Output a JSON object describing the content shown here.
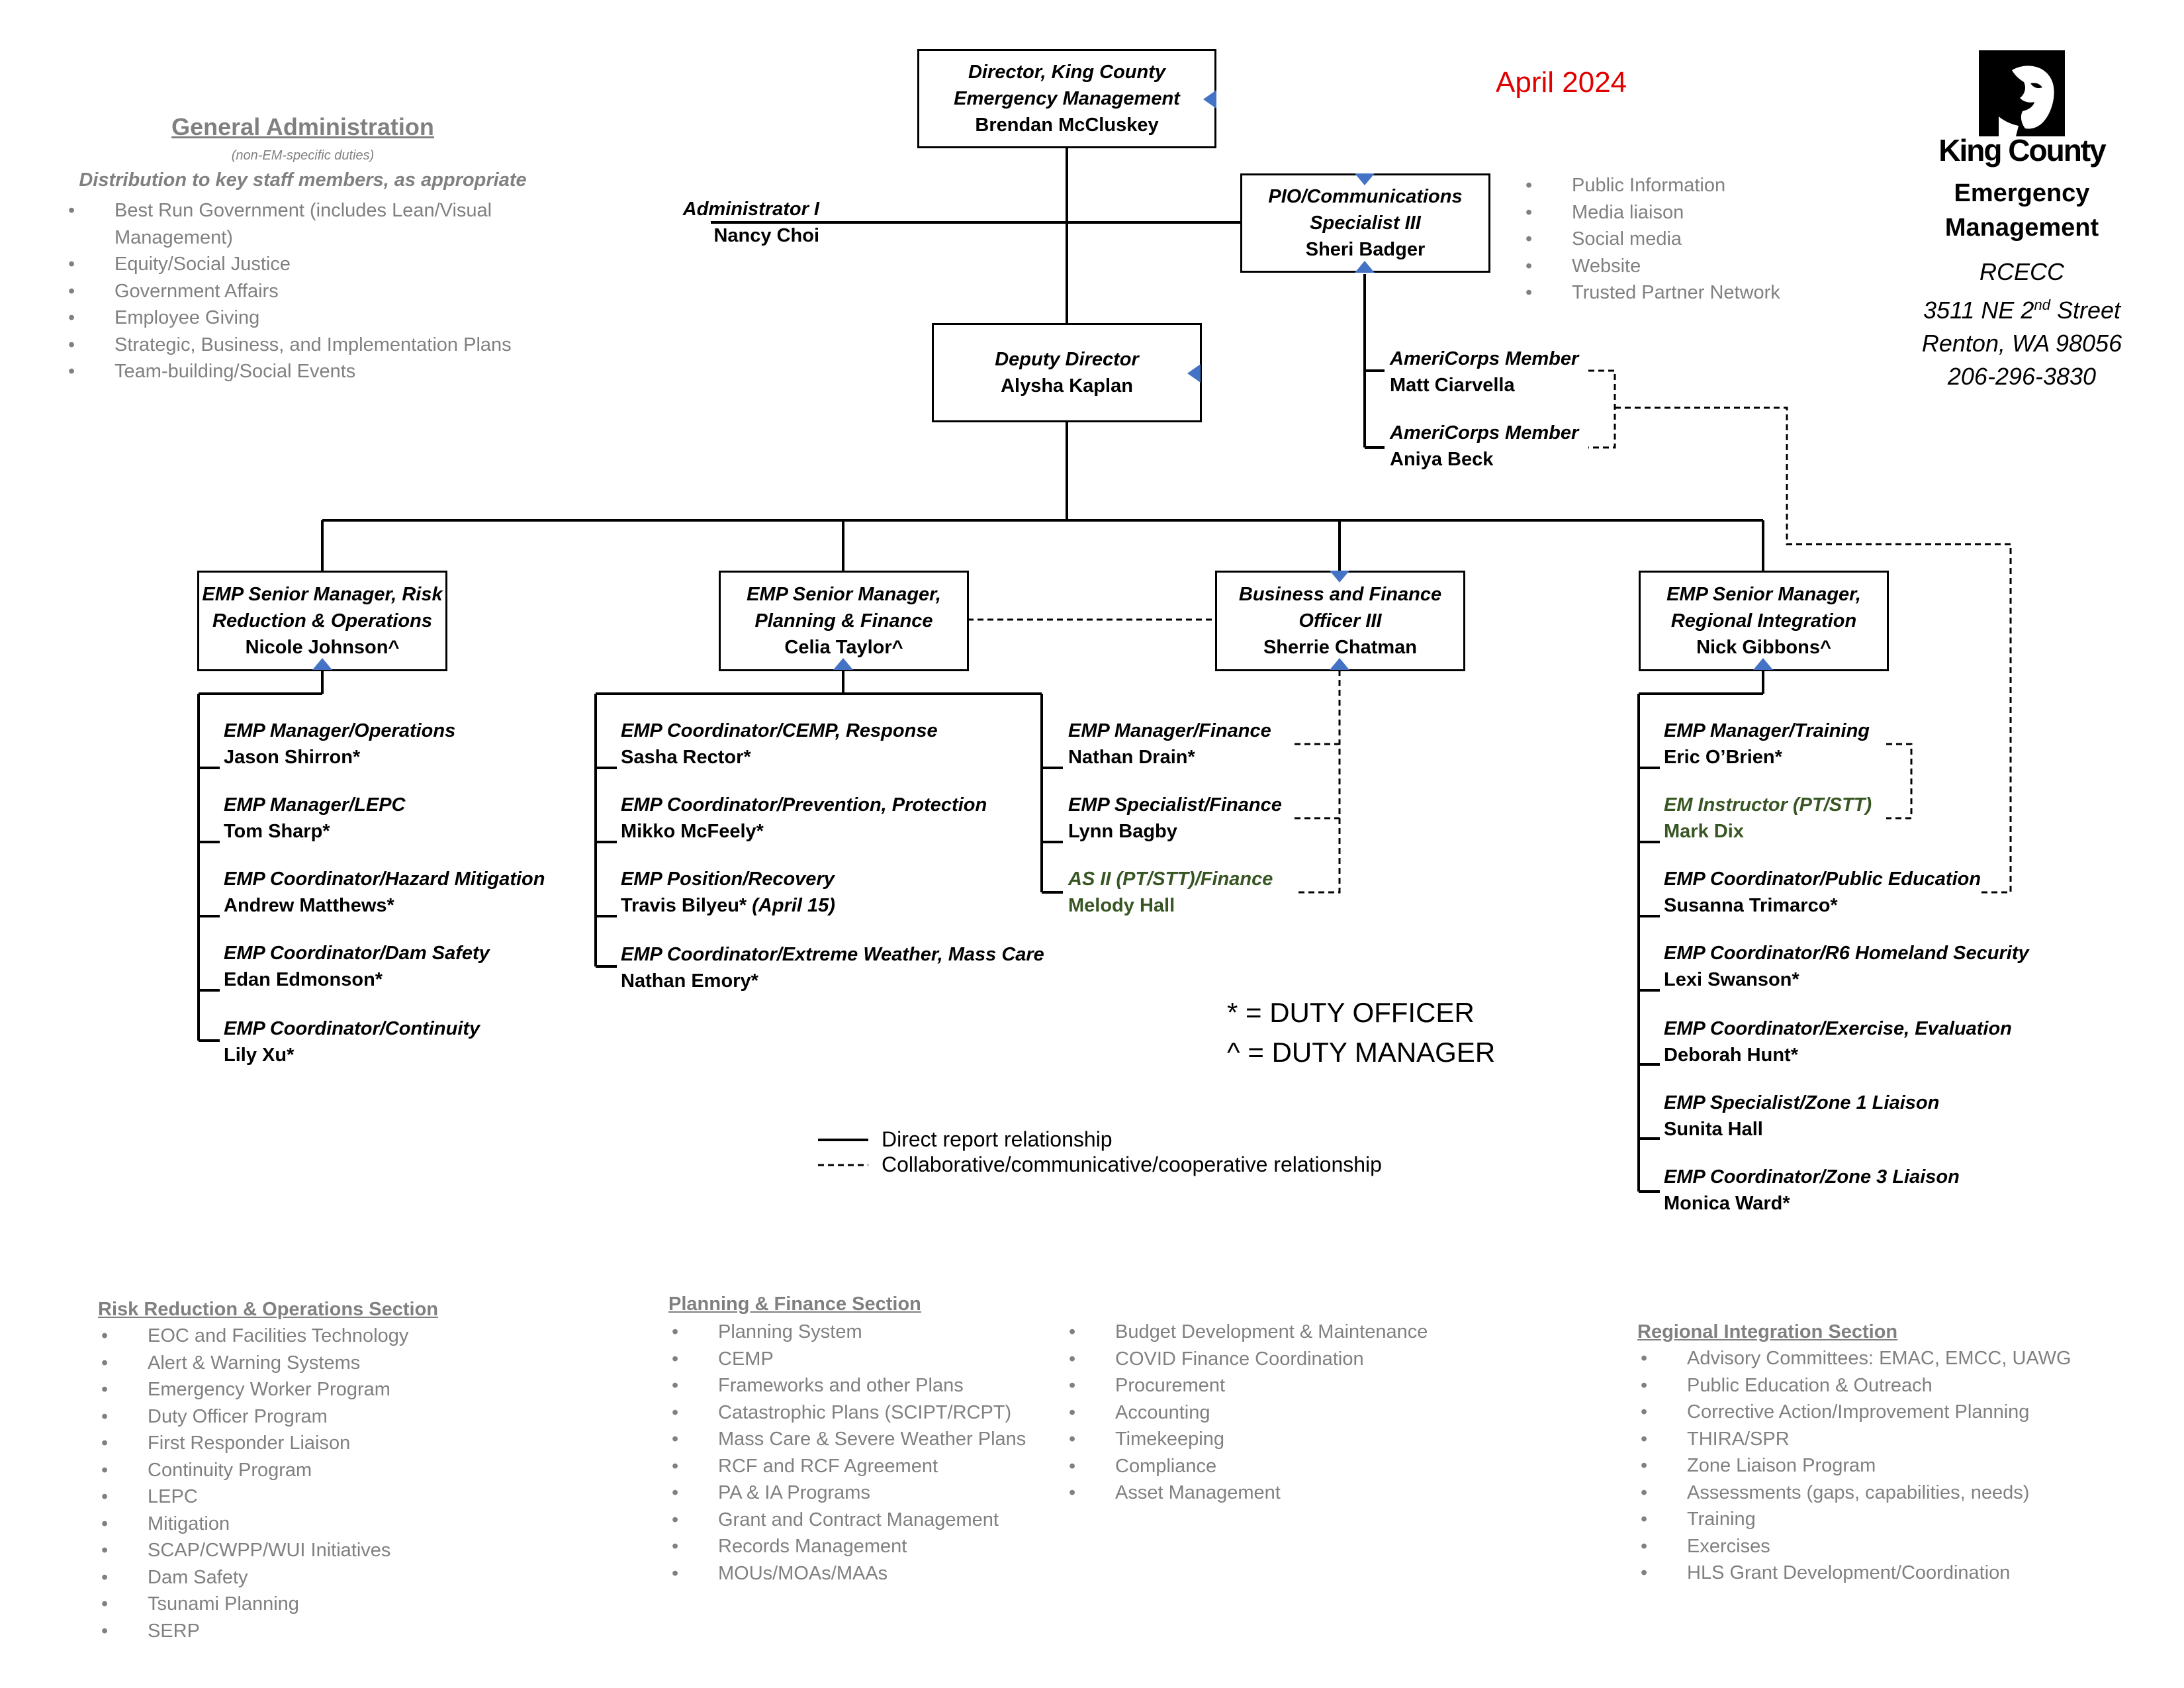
{
  "date": "April 2024",
  "logo": {
    "name": "King County",
    "subtitle": "Emergency\nManagement"
  },
  "address": {
    "org": "RCECC",
    "street": "3511 NE 2",
    "street_sup": "nd",
    "street_end": " Street",
    "city": "Renton, WA 98056",
    "phone": "206-296-3830"
  },
  "general_admin": {
    "title": "General Administration",
    "note": "(non-EM-specific duties)",
    "subtitle": "Distribution to key staff members, as appropriate",
    "items": [
      "Best Run Government (includes Lean/Visual Management)",
      "Equity/Social Justice",
      "Government Affairs",
      "Employee Giving",
      "Strategic, Business, and Implementation Plans",
      "Team-building/Social Events"
    ]
  },
  "pio_duties": [
    "Public Information",
    "Media liaison",
    "Social media",
    "Website",
    "Trusted Partner Network"
  ],
  "director": {
    "title": "Director, King County\nEmergency Management",
    "name": "Brendan McCluskey"
  },
  "administrator": {
    "title": "Administrator I",
    "name": "Nancy Choi"
  },
  "pio": {
    "title": "PIO/Communications\nSpecialist III",
    "name": "Sheri Badger"
  },
  "deputy": {
    "title": "Deputy Director",
    "name": "Alysha Kaplan"
  },
  "americorps": [
    {
      "title": "AmeriCorps Member",
      "name": "Matt Ciarvella"
    },
    {
      "title": "AmeriCorps Member",
      "name": "Aniya Beck"
    }
  ],
  "managers": [
    {
      "title": "EMP Senior Manager, Risk\nReduction & Operations",
      "name": "Nicole Johnson^"
    },
    {
      "title": "EMP Senior Manager,\nPlanning & Finance",
      "name": "Celia Taylor^"
    },
    {
      "title": "Business and Finance\nOfficer III",
      "name": "Sherrie Chatman"
    },
    {
      "title": "EMP Senior Manager,\nRegional Integration",
      "name": "Nick Gibbons^"
    }
  ],
  "risk_staff": [
    {
      "title": "EMP Manager/Operations",
      "name": "Jason Shirron*"
    },
    {
      "title": "EMP Manager/LEPC",
      "name": "Tom Sharp*"
    },
    {
      "title": "EMP Coordinator/Hazard Mitigation",
      "name": "Andrew Matthews*"
    },
    {
      "title": "EMP Coordinator/Dam Safety",
      "name": "Edan Edmonson*"
    },
    {
      "title": "EMP Coordinator/Continuity",
      "name": "Lily Xu*"
    }
  ],
  "planning_staff": [
    {
      "title": "EMP Coordinator/CEMP, Response",
      "name": "Sasha Rector*"
    },
    {
      "title": "EMP Coordinator/Prevention, Protection",
      "name": "Mikko McFeely*"
    },
    {
      "title": "EMP Position/Recovery",
      "name": "Travis Bilyeu*",
      "note": " (April 15)"
    },
    {
      "title": "EMP Coordinator/Extreme Weather, Mass Care",
      "name": "Nathan Emory*"
    }
  ],
  "finance_staff": [
    {
      "title": "EMP Manager/Finance",
      "name": "Nathan Drain*"
    },
    {
      "title": "EMP Specialist/Finance",
      "name": "Lynn Bagby"
    },
    {
      "title": "AS II (PT/STT)/Finance",
      "name": "Melody Hall"
    }
  ],
  "regional_staff": [
    {
      "title": "EMP Manager/Training",
      "name": "Eric O’Brien*"
    },
    {
      "title": "EM Instructor (PT/STT)",
      "name": "Mark Dix"
    },
    {
      "title": "EMP Coordinator/Public Education",
      "name": "Susanna Trimarco*"
    },
    {
      "title": "EMP Coordinator/R6 Homeland Security",
      "name": "Lexi Swanson*"
    },
    {
      "title": "EMP Coordinator/Exercise, Evaluation",
      "name": "Deborah Hunt*"
    },
    {
      "title": "EMP Specialist/Zone 1 Liaison",
      "name": "Sunita Hall"
    },
    {
      "title": "EMP Coordinator/Zone 3 Liaison",
      "name": "Monica Ward*"
    }
  ],
  "key": {
    "duty_officer": "* = DUTY OFFICER",
    "duty_manager": "^ = DUTY MANAGER"
  },
  "legend": {
    "direct": "Direct report relationship",
    "collab": "Collaborative/communicative/cooperative relationship"
  },
  "sections": {
    "risk": {
      "title": "Risk Reduction & Operations Section",
      "items": [
        "EOC and Facilities Technology",
        "Alert & Warning Systems",
        "Emergency Worker Program",
        "Duty Officer Program",
        "First Responder Liaison",
        "Continuity Program",
        "LEPC",
        "Mitigation",
        "SCAP/CWPP/WUI Initiatives",
        "Dam Safety",
        "Tsunami Planning",
        "SERP"
      ]
    },
    "planning": {
      "title": "Planning & Finance Section",
      "items": [
        "Planning System",
        "CEMP",
        "Frameworks and other Plans",
        "Catastrophic Plans (SCIPT/RCPT)",
        "Mass Care & Severe Weather Plans",
        "RCF and RCF Agreement",
        "PA & IA Programs",
        "Grant and Contract Management",
        "Records Management",
        "MOUs/MOAs/MAAs"
      ]
    },
    "finance": {
      "items": [
        "Budget Development & Maintenance",
        "COVID Finance Coordination",
        "Procurement",
        "Accounting",
        "Timekeeping",
        "Compliance",
        "Asset Management"
      ]
    },
    "regional": {
      "title": "Regional Integration Section",
      "items": [
        "Advisory Committees: EMAC, EMCC, UAWG",
        "Public Education & Outreach",
        "Corrective Action/Improvement Planning",
        "THIRA/SPR",
        "Zone Liaison Program",
        "Assessments (gaps, capabilities, needs)",
        "Training",
        "Exercises",
        "HLS Grant Development/Coordination"
      ]
    }
  }
}
